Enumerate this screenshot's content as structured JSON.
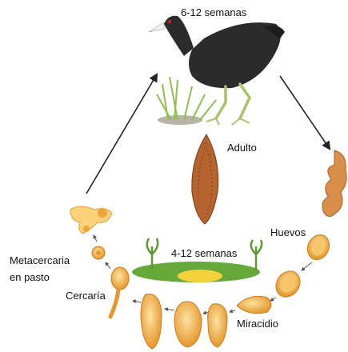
{
  "labels": {
    "host_period": "6-12 semanas",
    "adult": "Adulto",
    "eggs": "Huevos",
    "environment_period": "4-12 semanas",
    "metacercaria_line1": "Metacercaria",
    "metacercaria_line2": "en pasto",
    "cercaria": "Cercaría",
    "miracidium": "Miracidio"
  },
  "colors": {
    "bird": "#2b2b2b",
    "bird_beak": "#f2f2ee",
    "bird_eye": "#c0242a",
    "legs": "#a9c36a",
    "grass": "#7fb04a",
    "adult_fluke": "#b5642f",
    "larvae": "#f0a53b",
    "larvae_light": "#f9d27a",
    "intestine": "#d98e49",
    "pasture": "#66a83a",
    "arrow": "#222222"
  },
  "icons": [
    "coot-bird",
    "adult-fluke",
    "egg",
    "miracidium",
    "snail-stage",
    "cercaria",
    "metacercaria",
    "intestine",
    "pasture"
  ]
}
